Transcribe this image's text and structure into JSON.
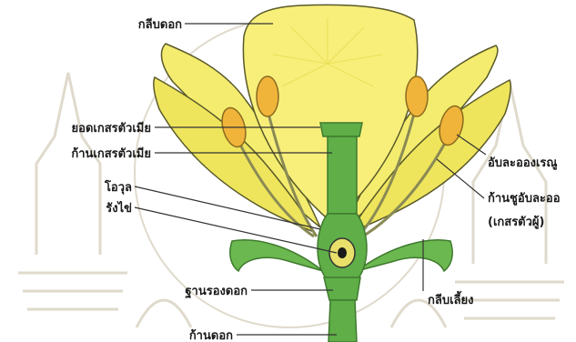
{
  "labels": {
    "petal": "กลีบดอก",
    "stigma": "ยอดเกสรตัวเมีย",
    "style": "ก้านเกสรตัวเมีย",
    "ovule": "โอวุล",
    "ovary": "รังไข่",
    "receptacle": "ฐานรองดอก",
    "pedicel": "ก้านดอก",
    "anther": "อับละอองเรณู",
    "filament": "ก้านชูอับละออ",
    "stamen": "(เกสรตัวผู้)",
    "sepal": "กลีบเลี้ยง"
  },
  "colors": {
    "petal": "#f4ec6e",
    "petal_stroke": "#5a5a2a",
    "pistil": "#5fae48",
    "pistil_dark": "#3f8a32",
    "anther": "#f0b43a",
    "filament": "#8a8a55",
    "watermark": "#d9d2c0",
    "line": "#333333"
  }
}
